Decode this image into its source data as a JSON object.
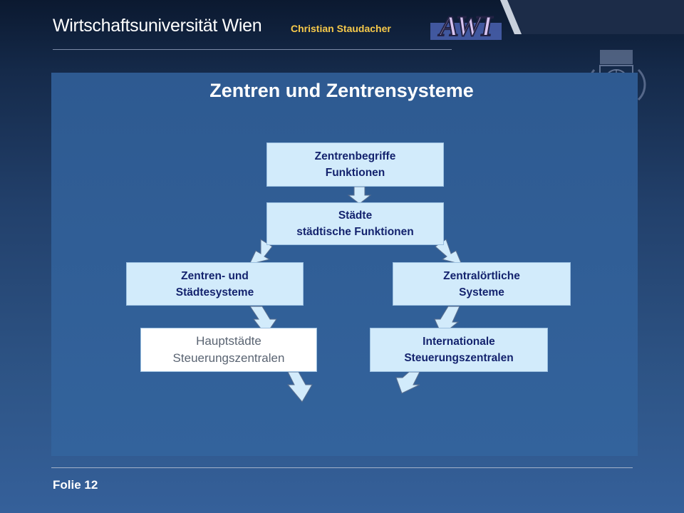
{
  "header": {
    "university": "Wirtschaftsuniversität Wien",
    "author": "Christian Staudacher",
    "logo": "AWI"
  },
  "slide": {
    "title": "Zentren und Zentrensysteme"
  },
  "diagram": {
    "boxes": [
      {
        "lines": [
          "Zentrenbegriffe",
          "Funktionen"
        ]
      },
      {
        "lines": [
          "Städte",
          "städtische Funktionen"
        ]
      },
      {
        "lines": [
          "Zentren- und",
          "Städtesysteme"
        ]
      },
      {
        "lines": [
          "Zentralörtliche",
          "Systeme"
        ]
      },
      {
        "lines": [
          "Hauptstädte",
          "Steuerungszentralen"
        ]
      },
      {
        "lines": [
          "Internationale",
          "Steuerungszentralen"
        ]
      }
    ]
  },
  "colors": {
    "box_fill": "#d2ebfb",
    "box_text": "#14236e",
    "accent": "#f6c94a"
  },
  "footer": {
    "slide_label": "Folie 12"
  }
}
